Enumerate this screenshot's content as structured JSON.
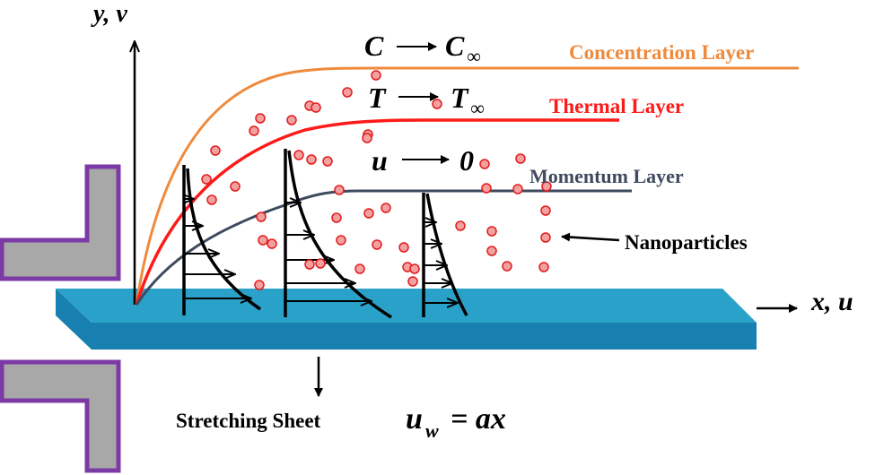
{
  "axes": {
    "y_label": "y, v",
    "x_label": "x, u"
  },
  "layers": {
    "concentration": {
      "label": "Concentration Layer",
      "color": "#ef8a3c"
    },
    "thermal": {
      "label": "Thermal Layer",
      "color": "#ff1a1a"
    },
    "momentum": {
      "label": "Momentum Layer",
      "color": "#3f4a5f"
    }
  },
  "conditions": {
    "concentration": {
      "left": "C",
      "right": "C",
      "sub": "∞"
    },
    "thermal": {
      "left": "T",
      "right": "T",
      "sub": "∞"
    },
    "momentum": {
      "left": "u",
      "right": "0"
    }
  },
  "nanoparticles": {
    "label": "Nanoparticles",
    "fill": "#f2a0a0",
    "stroke": "#e31b1b"
  },
  "sheet": {
    "label": "Stretching Sheet",
    "velocity_symbol": "u",
    "velocity_sub": "w",
    "velocity_rhs": "= ax",
    "top_color": "#2aa1c8",
    "front_color": "#1780b0"
  },
  "slot": {
    "frame_color": "#7b3aa5",
    "fill_color": "#a8a8a8"
  }
}
